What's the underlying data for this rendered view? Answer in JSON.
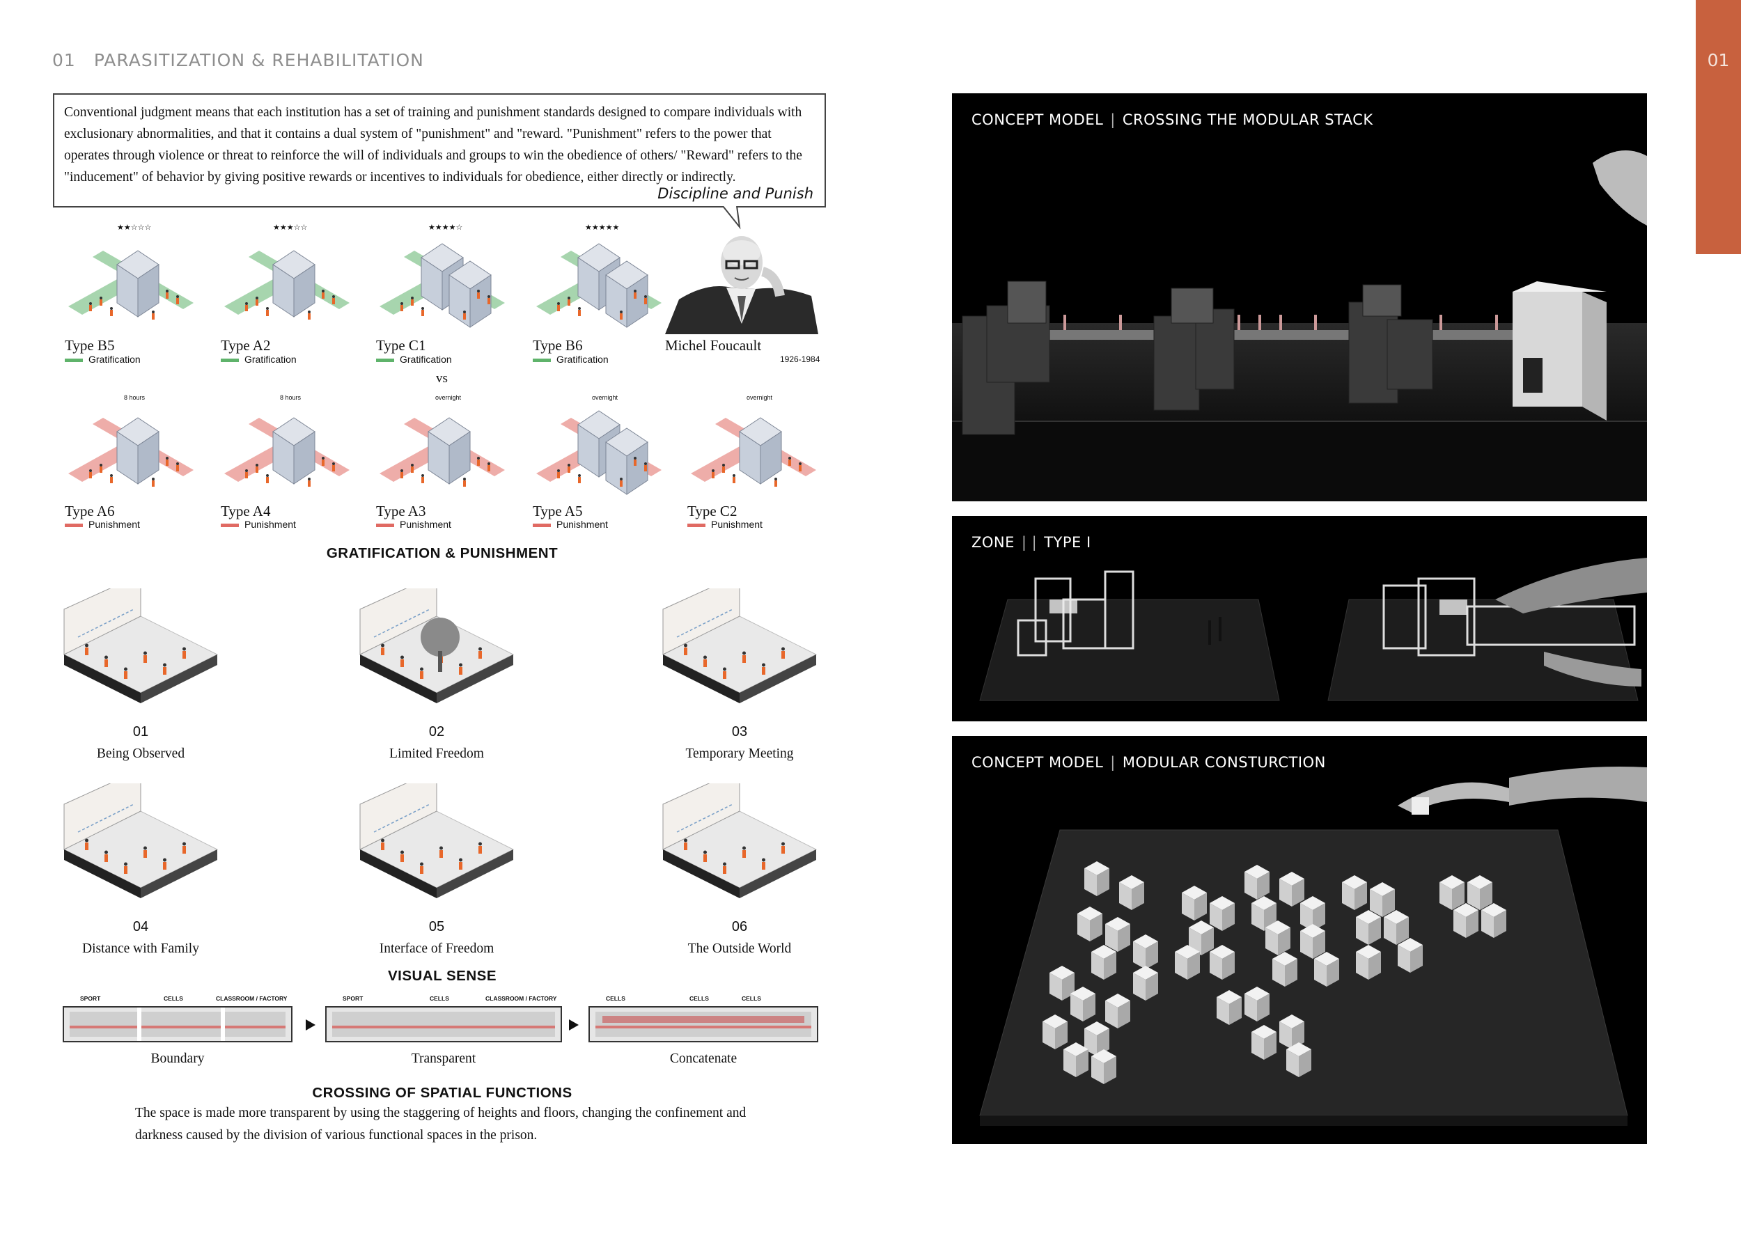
{
  "header": {
    "number": "01",
    "title": "PARASITIZATION & REHABILITATION"
  },
  "side_tab": {
    "number": "01"
  },
  "quote": {
    "text": "Conventional judgment means that each institution has a set of training and punishment standards designed to compare individuals with exclusionary abnormalities, and that it contains a dual system of \"punishment\" and \"reward. \"Punishment\" refers to the power that operates through violence or threat to reinforce the will of individuals and groups to win the obedience of others/ \"Reward\" refers to the \"inducement\" of behavior by giving positive rewards or incentives to individuals for obedience, either directly or indirectly.",
    "source": "Discipline and Punish"
  },
  "gratification_row": [
    {
      "type": "Type B5",
      "label": "Gratification",
      "stars": 2
    },
    {
      "type": "Type A2",
      "label": "Gratification",
      "stars": 3
    },
    {
      "type": "Type C1",
      "label": "Gratification",
      "stars": 4
    },
    {
      "type": "Type B6",
      "label": "Gratification",
      "stars": 5
    }
  ],
  "portrait": {
    "name": "Michel Foucault",
    "years": "1926-1984"
  },
  "vs_label": "vs",
  "punishment_row": [
    {
      "type": "Type A6",
      "label": "Punishment",
      "duration": "8 hours"
    },
    {
      "type": "Type A4",
      "label": "Punishment",
      "duration": "8 hours"
    },
    {
      "type": "Type A3",
      "label": "Punishment",
      "duration": "overnight"
    },
    {
      "type": "Type A5",
      "label": "Punishment",
      "duration": "overnight"
    },
    {
      "type": "Type C2",
      "label": "Punishment",
      "duration": "overnight"
    }
  ],
  "section_gp": "GRATIFICATION & PUNISHMENT",
  "visual_items": [
    {
      "num": "01",
      "caption": "Being Observed"
    },
    {
      "num": "02",
      "caption": "Limited Freedom"
    },
    {
      "num": "03",
      "caption": "Temporary Meeting"
    },
    {
      "num": "04",
      "caption": "Distance with Family"
    },
    {
      "num": "05",
      "caption": "Interface of Freedom"
    },
    {
      "num": "06",
      "caption": "The Outside World"
    }
  ],
  "section_vs": "VISUAL SENSE",
  "strips": [
    {
      "caption": "Boundary",
      "labels": [
        "SPORT",
        "CELLS",
        "CLASSROOM / FACTORY"
      ]
    },
    {
      "caption": "Transparent",
      "labels": [
        "SPORT",
        "CELLS",
        "CLASSROOM / FACTORY"
      ]
    },
    {
      "caption": "Concatenate",
      "labels": [
        "CELLS",
        "CELLS",
        "CELLS"
      ]
    }
  ],
  "section_csf": "CROSSING OF SPATIAL FUNCTIONS",
  "description": "The space is made more transparent by using the staggering of heights and floors, changing the confinement and darkness caused by the division of various functional spaces in the prison.",
  "photos": [
    {
      "caption_a": "CONCEPT MODEL",
      "sep": "|",
      "caption_b": "CROSSING THE MODULAR STACK"
    },
    {
      "caption_a": "ZONE",
      "sep": "|  |",
      "caption_b": "TYPE I"
    },
    {
      "caption_a": "CONCEPT MODEL",
      "sep": "|",
      "caption_b": "MODULAR CONSTURCTION"
    }
  ],
  "colors": {
    "accent": "#c8613e",
    "gratification": "#5fb36b",
    "punishment": "#e06a63",
    "figure": "#e8672a"
  }
}
